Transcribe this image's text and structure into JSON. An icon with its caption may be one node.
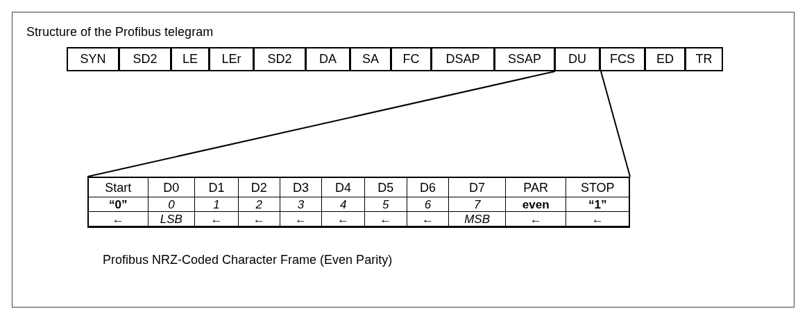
{
  "diagram": {
    "title": "Structure of the Profibus telegram",
    "caption": "Profibus NRZ-Coded Character Frame (Even Parity)",
    "nodes": [
      {
        "text": [
          "SYN"
        ]
      },
      {
        "text": [
          "SD2"
        ]
      },
      {
        "text": [
          "LE"
        ]
      },
      {
        "text": [
          "LEr"
        ]
      },
      {
        "text": [
          "SD2"
        ]
      },
      {
        "text": [
          "DA"
        ]
      },
      {
        "text": [
          "SA"
        ]
      },
      {
        "text": [
          "FC"
        ]
      },
      {
        "text": [
          "DSAP"
        ]
      },
      {
        "text": [
          "SSAP"
        ]
      },
      {
        "text": [
          "DU"
        ]
      },
      {
        "text": [
          "FCS"
        ]
      },
      {
        "text": [
          "ED"
        ]
      },
      {
        "text": [
          "TR"
        ]
      },
      {
        "text": [],
        "shape": "box"
      }
    ],
    "edges": [
      {
        "from": 10,
        "to": 14,
        "arrow": "none"
      },
      {
        "from": 10,
        "to": 14,
        "arrow": "none"
      }
    ],
    "labels": [
      "Start",
      "D0",
      "D1",
      "D2",
      "D3",
      "D4",
      "D5",
      "D6",
      "D7",
      "PAR",
      "STOP",
      "“0”",
      "0",
      "1",
      "2",
      "3",
      "4",
      "5",
      "6",
      "7",
      "even",
      "“1”",
      "←",
      "LSB",
      "←",
      "←",
      "←",
      "←",
      "←",
      "←",
      "MSB",
      "←",
      "←"
    ]
  }
}
